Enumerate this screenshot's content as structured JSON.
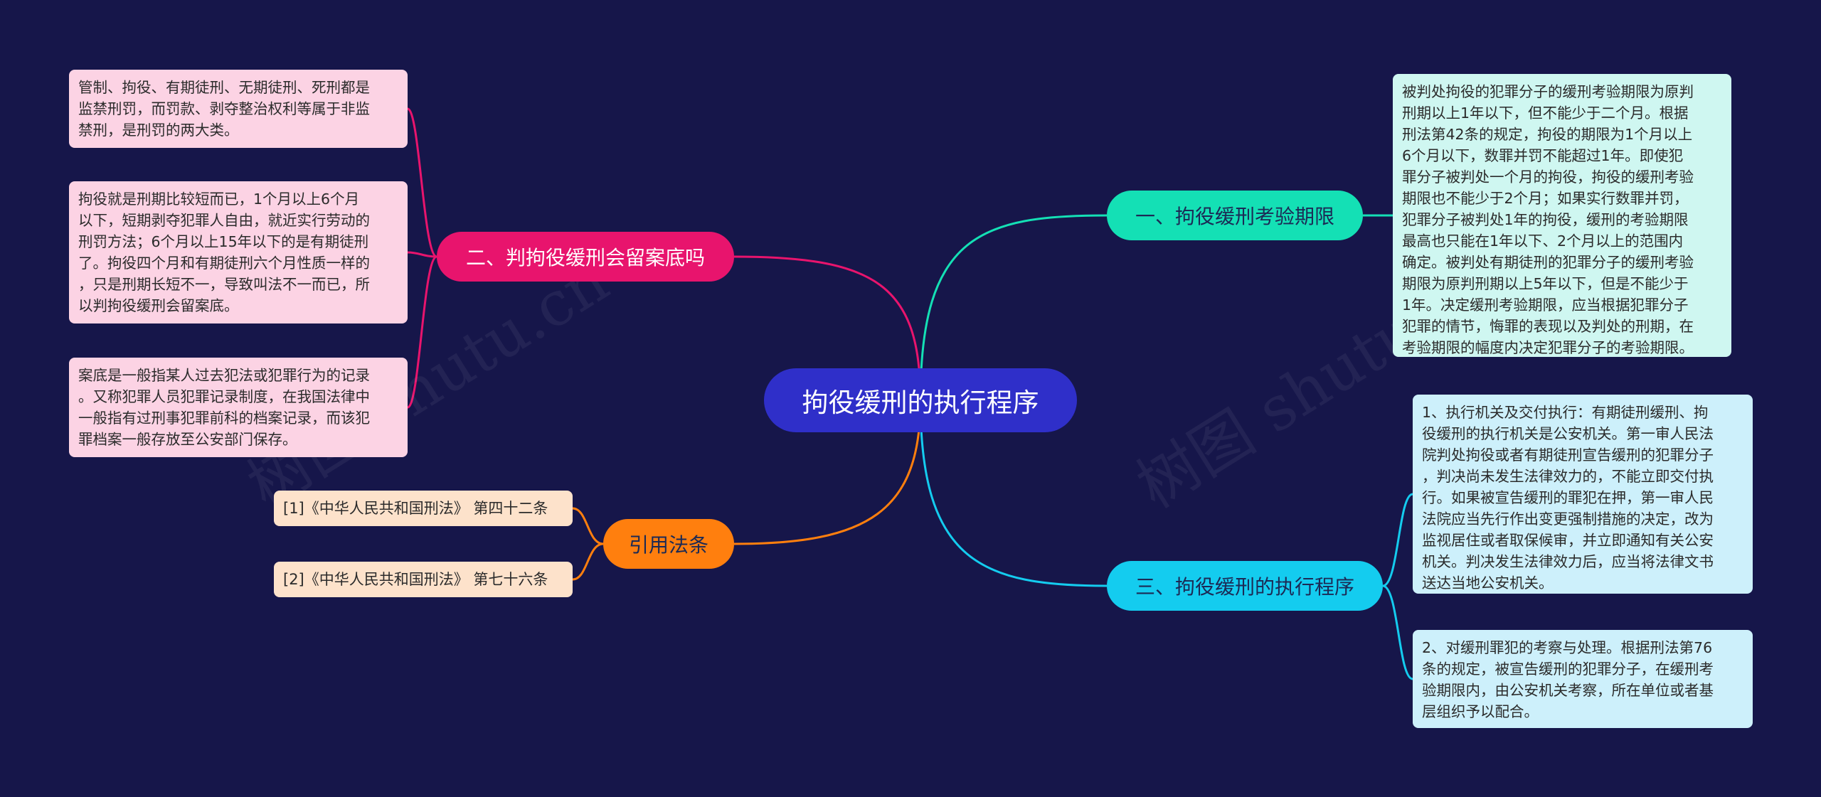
{
  "root": {
    "label": "拘役缓刑的执行程序"
  },
  "branches": {
    "b1": {
      "label": "一、拘役缓刑考验期限",
      "color": "#14e0b5"
    },
    "b2": {
      "label": "二、判拘役缓刑会留案底吗",
      "color": "#e8146d"
    },
    "b3": {
      "label": "三、拘役缓刑的执行程序",
      "color": "#14ccef"
    },
    "b4": {
      "label": "引用法条",
      "color": "#ff7f0e"
    }
  },
  "leaves": {
    "b2": [
      "管制、拘役、有期徒刑、无期徒刑、死刑都是\n监禁刑罚，而罚款、剥夺整治权利等属于非监\n禁刑，是刑罚的两大类。",
      "拘役就是刑期比较短而已，1个月以上6个月\n以下，短期剥夺犯罪人自由，就近实行劳动的\n刑罚方法；6个月以上15年以下的是有期徒刑\n了。拘役四个月和有期徒刑六个月性质一样的\n，只是刑期长短不一，导致叫法不一而已，所\n以判拘役缓刑会留案底。",
      "案底是一般指某人过去犯法或犯罪行为的记录\n。又称犯罪人员犯罪记录制度，在我国法律中\n一般指有过刑事犯罪前科的档案记录，而该犯\n罪档案一般存放至公安部门保存。"
    ],
    "b1": [
      "被判处拘役的犯罪分子的缓刑考验期限为原判\n刑期以上1年以下，但不能少于二个月。根据\n刑法第42条的规定，拘役的期限为1个月以上\n6个月以下，数罪并罚不能超过1年。即使犯\n罪分子被判处一个月的拘役，拘役的缓刑考验\n期限也不能少于2个月；如果实行数罪并罚，\n犯罪分子被判处1年的拘役，缓刑的考验期限\n最高也只能在1年以下、2个月以上的范围内\n确定。被判处有期徒刑的犯罪分子的缓刑考验\n期限为原判刑期以上5年以下，但是不能少于\n1年。决定缓刑考验期限，应当根据犯罪分子\n犯罪的情节，悔罪的表现以及判处的刑期，在\n考验期限的幅度内决定犯罪分子的考验期限。"
    ],
    "b3": [
      "1、执行机关及交付执行：有期徒刑缓刑、拘\n役缓刑的执行机关是公安机关。第一审人民法\n院判处拘役或者有期徒刑宣告缓刑的犯罪分子\n，判决尚未发生法律效力的，不能立即交付执\n行。如果被宣告缓刑的罪犯在押，第一审人民\n法院应当先行作出变更强制措施的决定，改为\n监视居住或者取保候审，并立即通知有关公安\n机关。判决发生法律效力后，应当将法律文书\n送达当地公安机关。",
      "2、对缓刑罪犯的考察与处理。根据刑法第76\n条的规定，被宣告缓刑的犯罪分子，在缓刑考\n验期限内，由公安机关考察，所在单位或者基\n层组织予以配合。"
    ],
    "b4": [
      "[1]《中华人民共和国刑法》 第四十二条",
      "[2]《中华人民共和国刑法》 第七十六条"
    ]
  },
  "watermark": [
    "树图 shutu.cn",
    "树图 shutu.cn"
  ]
}
